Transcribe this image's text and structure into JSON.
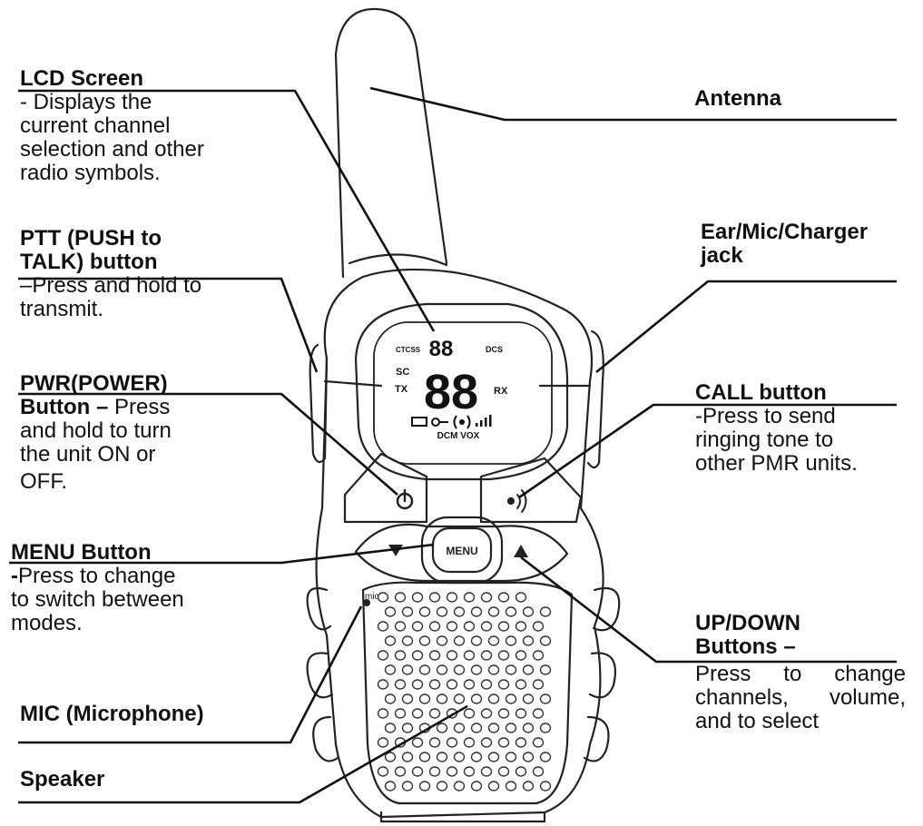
{
  "labels": {
    "lcd": {
      "title": "LCD Screen",
      "desc": [
        "- Displays the",
        "current channel",
        "selection and other",
        "radio symbols."
      ]
    },
    "antenna": {
      "title": "Antenna"
    },
    "ptt": {
      "title": [
        "PTT (PUSH to",
        "TALK) button"
      ],
      "desc": [
        "–Press and hold to",
        "transmit."
      ]
    },
    "jack": {
      "title": [
        "Ear/Mic/Charger",
        "jack"
      ]
    },
    "pwr": {
      "title": "PWR(POWER)",
      "title2": "Button – ",
      "desc_inline": "Press",
      "desc": [
        "and hold to turn",
        "the unit ON or",
        "OFF."
      ]
    },
    "call": {
      "title": "CALL button",
      "desc": [
        "-Press to send",
        "ringing tone to",
        "other PMR units."
      ]
    },
    "menu": {
      "title": "MENU Button",
      "desc_lead": "-",
      "desc_first": "Press to change",
      "desc": [
        "to switch between",
        "modes."
      ]
    },
    "updown": {
      "title": [
        "UP/DOWN",
        "Buttons –"
      ],
      "desc": [
        "Press to change",
        "channels, volume,",
        "and to select"
      ]
    },
    "mic": {
      "title": "MIC (Microphone)"
    },
    "speaker": {
      "title": "Speaker"
    }
  },
  "lcd_display": {
    "top_left": "CTCSS",
    "top_digits": "88",
    "top_right": "DCS",
    "sc": "SC",
    "tx": "TX",
    "main_digits": "88",
    "rx": "RX",
    "bottom": "DCM VOX"
  },
  "device": {
    "menu_key": "MENU",
    "mic_text": "mic"
  }
}
